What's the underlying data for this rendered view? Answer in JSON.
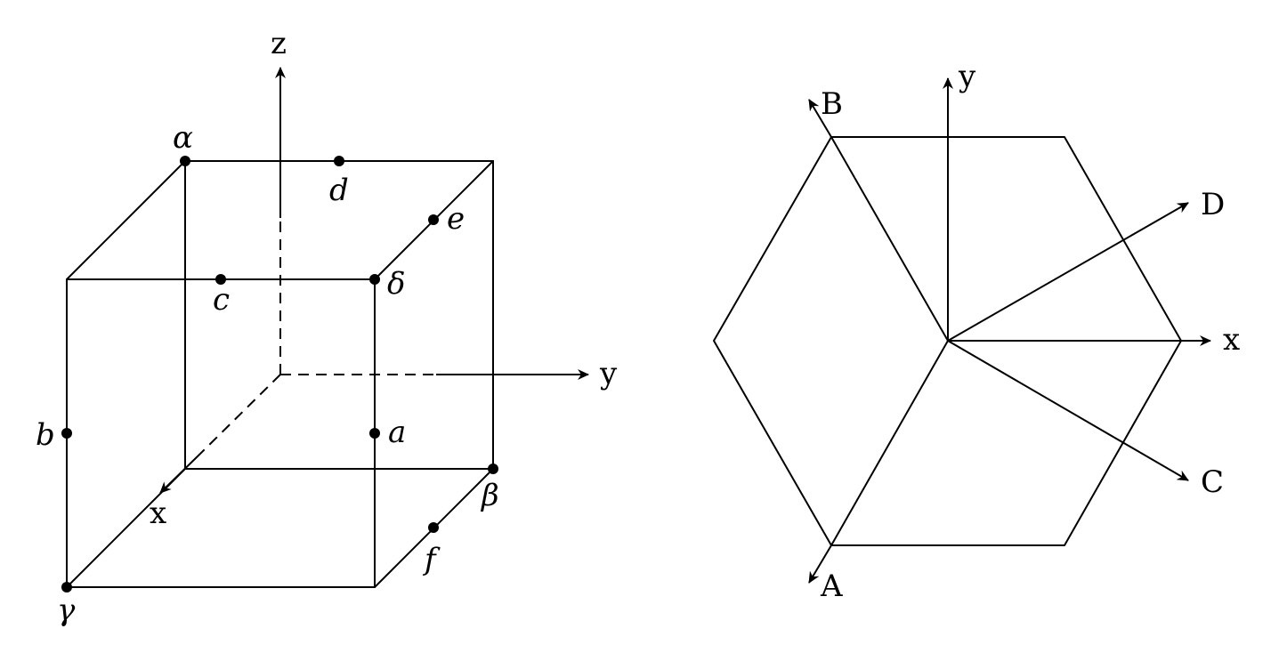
{
  "colors": {
    "background": "#ffffff",
    "ink": "#000000"
  },
  "cube": {
    "axes": {
      "x": "x",
      "y": "y",
      "z": "z"
    },
    "vertices": {
      "alpha": "α",
      "beta": "β",
      "gamma": "γ",
      "delta": "δ"
    },
    "edge_points": {
      "a": "a",
      "b": "b",
      "c": "c",
      "d": "d",
      "e": "e",
      "f": "f"
    }
  },
  "hexagon": {
    "axes": {
      "x": "x",
      "y": "y"
    },
    "directions": {
      "A": "A",
      "B": "B",
      "C": "C",
      "D": "D"
    }
  }
}
